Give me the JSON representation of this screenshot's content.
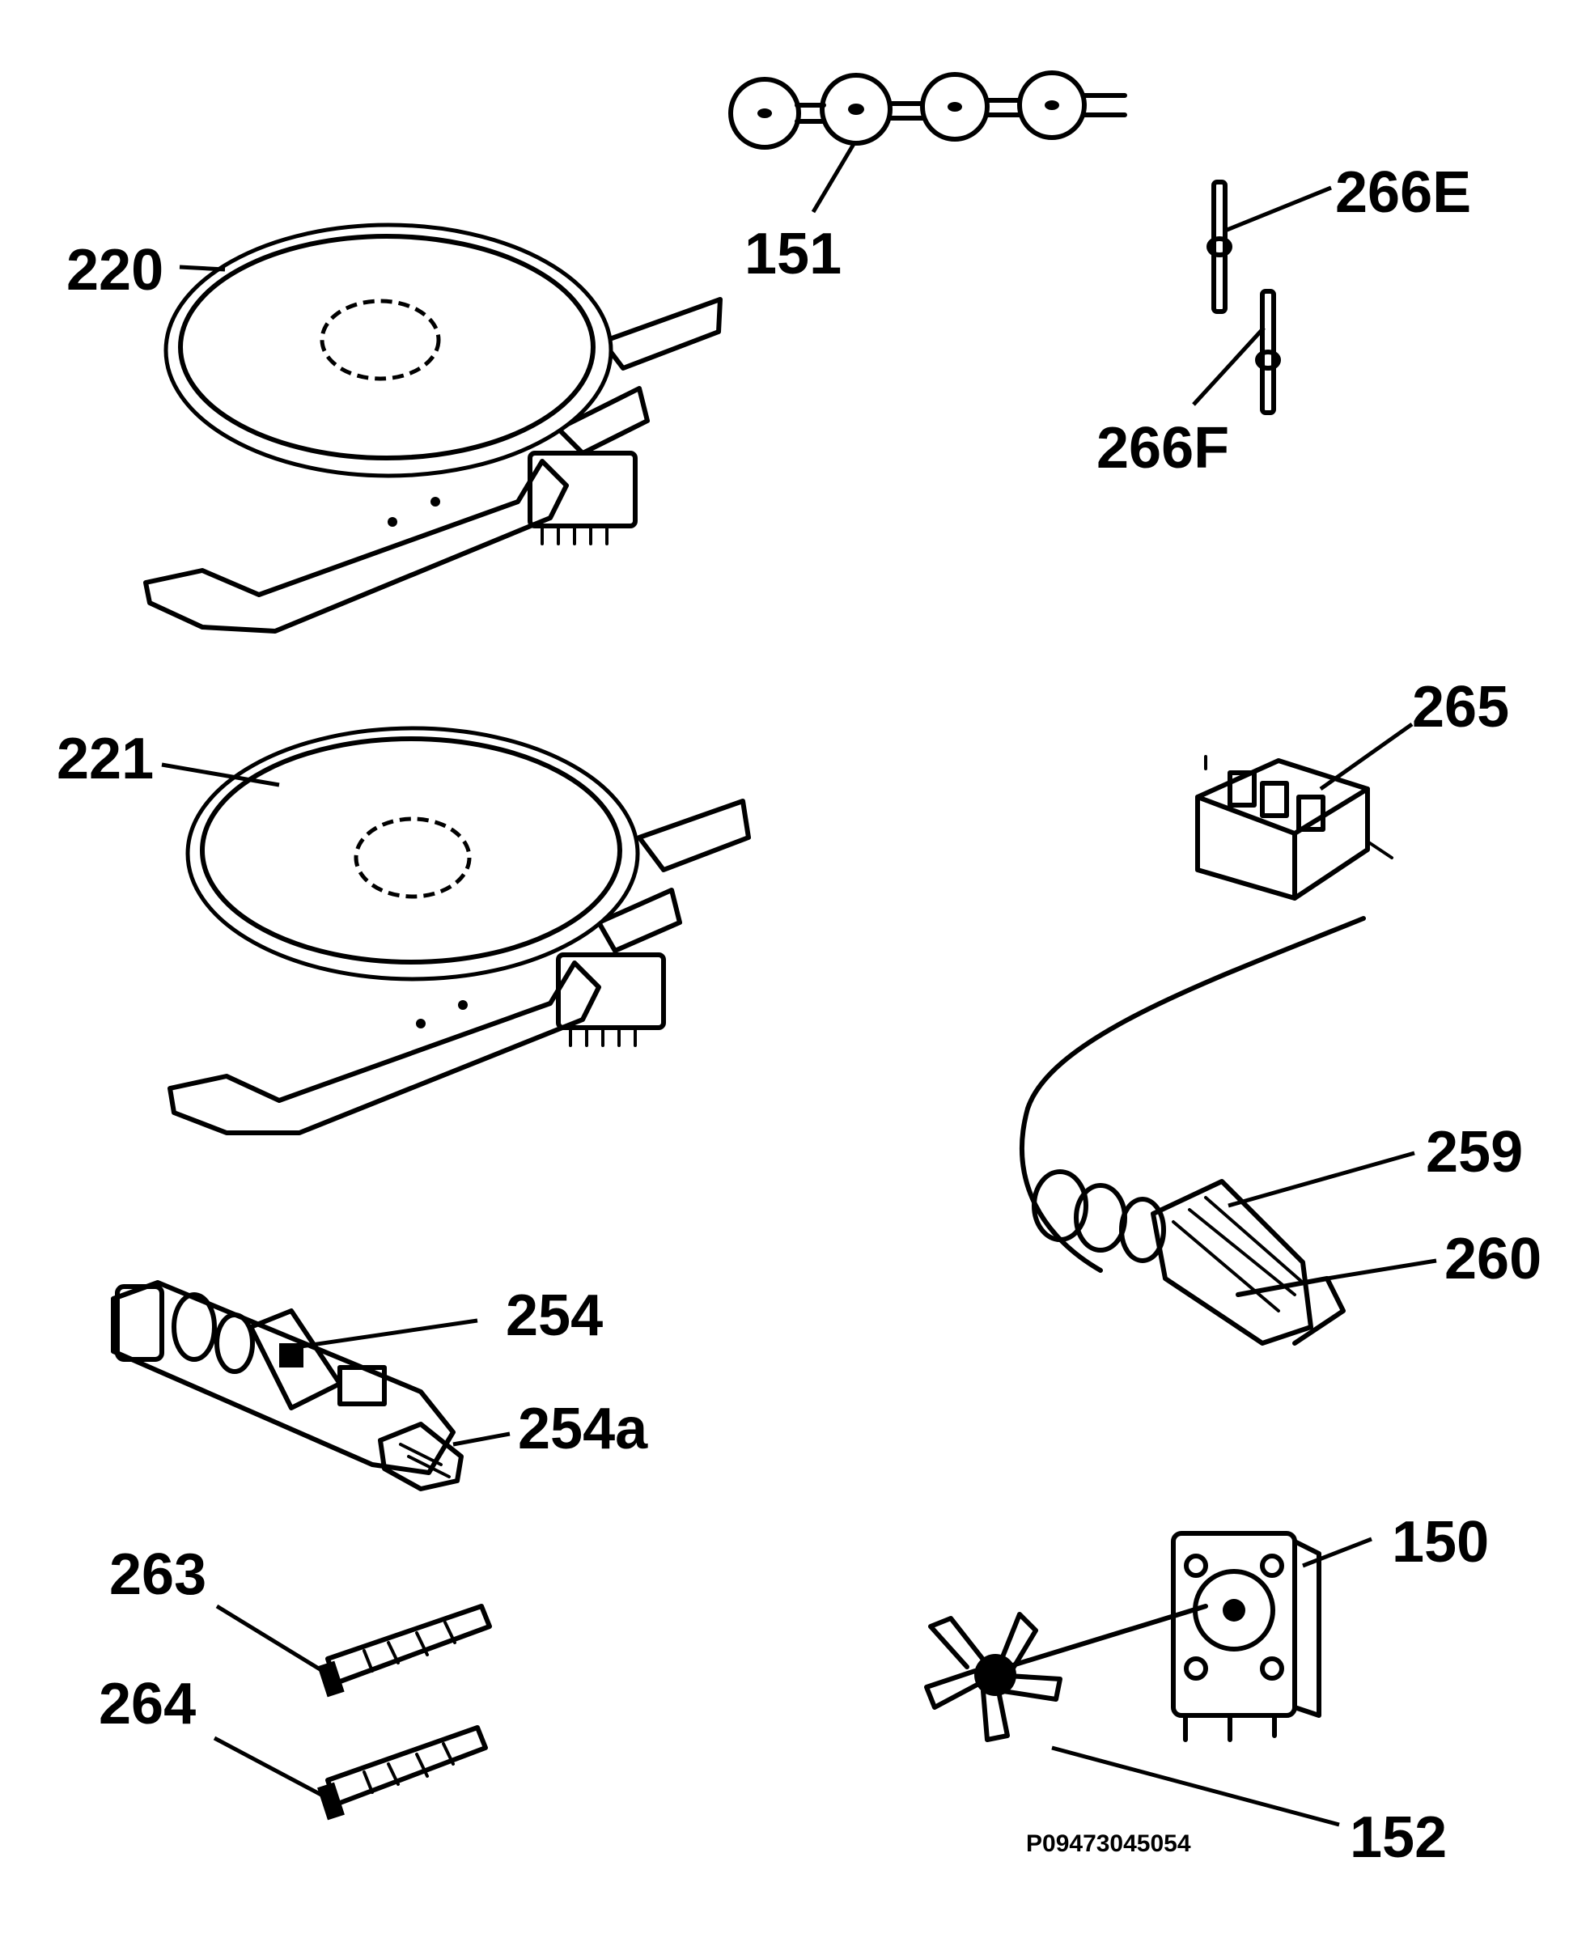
{
  "parts": {
    "p151": "151",
    "p266E": "266E",
    "p266F": "266F",
    "p220": "220",
    "p221": "221",
    "p265": "265",
    "p259": "259",
    "p260": "260",
    "p254": "254",
    "p254a": "254a",
    "p263": "263",
    "p264": "264",
    "p150": "150",
    "p152": "152"
  },
  "reference_code": "P09473045054"
}
